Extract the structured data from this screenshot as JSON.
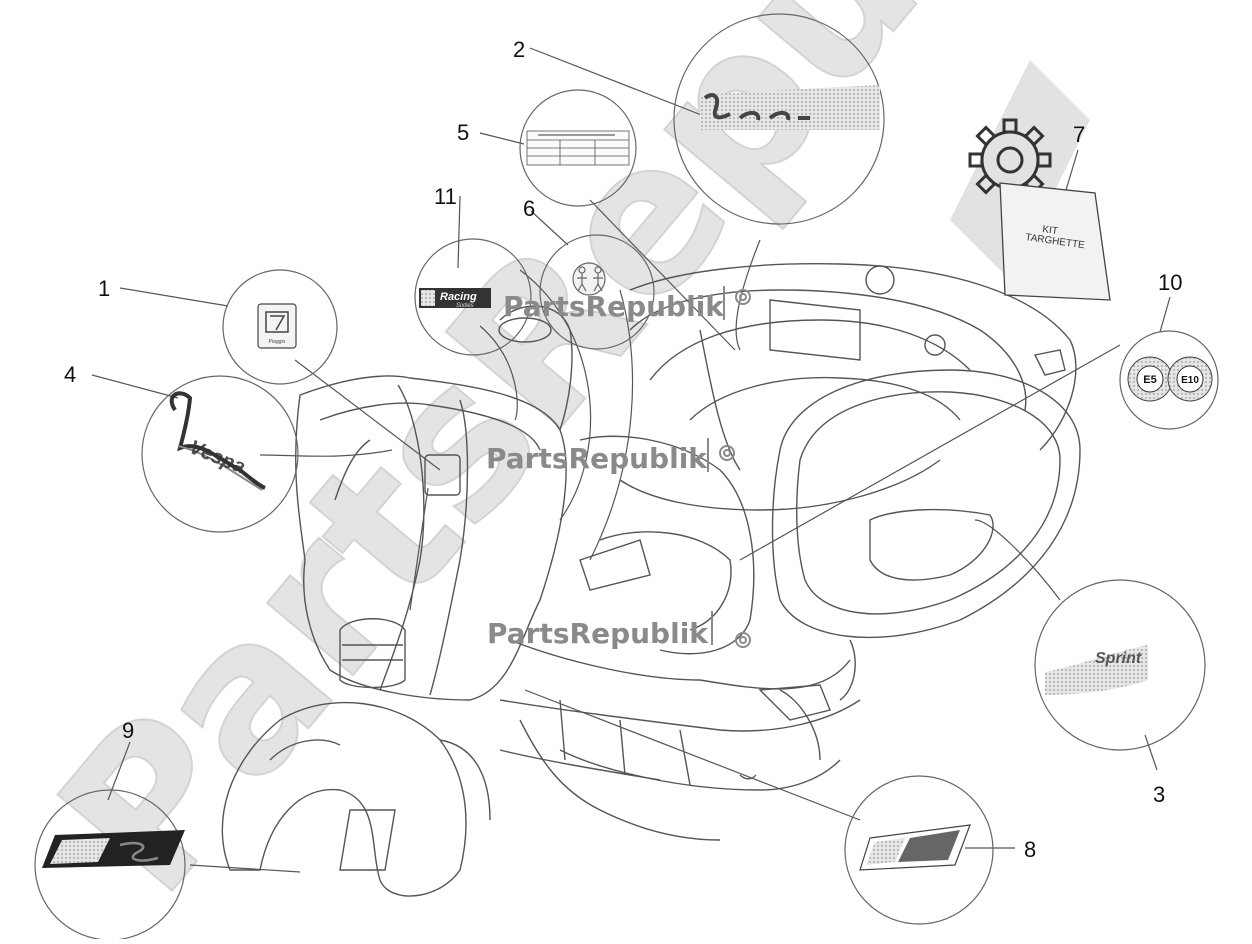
{
  "callouts": {
    "c1": "1",
    "c2": "2",
    "c3": "3",
    "c4": "4",
    "c5": "5",
    "c6": "6",
    "c7": "7",
    "c8": "8",
    "c9": "9",
    "c10": "10",
    "c11": "11"
  },
  "watermark": {
    "big": "PartsRepublik",
    "small": "PartsRepublik"
  },
  "labels": {
    "kit_line1": "KIT",
    "kit_line2": "TARGHETTE",
    "fuel_e5": "E5",
    "fuel_e10": "E10",
    "sprint": "Sprint",
    "racing_a": "Racing",
    "racing_b": "Sixties",
    "logo_vespa": "Vespa",
    "logo_piaggio": "Piaggio"
  },
  "colors": {
    "line": "#555555",
    "watermark": "#c8c8c8",
    "watermark_small": "#8a8a8a"
  },
  "icons": [
    "gear-icon"
  ]
}
